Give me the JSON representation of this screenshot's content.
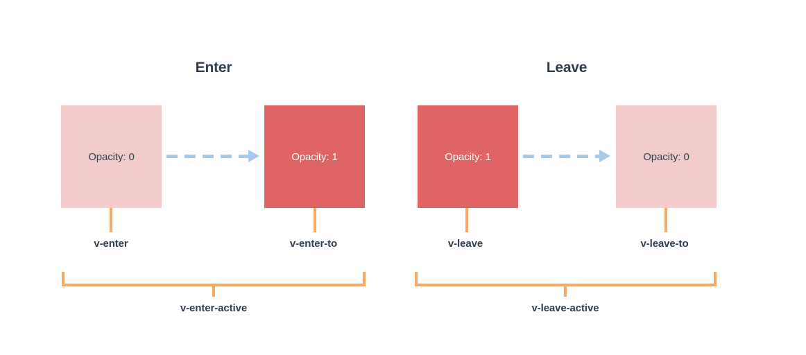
{
  "diagram": {
    "title_enter": "Enter",
    "title_leave": "Leave",
    "groups": [
      {
        "id": "enter",
        "heading": "Enter",
        "from_box": {
          "label": "Opacity: 0",
          "style": "pale",
          "tag": "v-enter"
        },
        "to_box": {
          "label": "Opacity: 1",
          "style": "solid",
          "tag": "v-enter-to"
        },
        "active_label": "v-enter-active",
        "arrow": "dashed-right-arrow"
      },
      {
        "id": "leave",
        "heading": "Leave",
        "from_box": {
          "label": "Opacity: 1",
          "style": "solid",
          "tag": "v-leave"
        },
        "to_box": {
          "label": "Opacity: 0",
          "style": "pale",
          "tag": "v-leave-to"
        },
        "active_label": "v-leave-active",
        "arrow": "dashed-right-arrow"
      }
    ]
  },
  "colors": {
    "background": "#ffffff",
    "box_pale": "#f4cbcb",
    "box_solid": "#e06464",
    "arrow": "#a8c8e8",
    "bracket": "#f5a962",
    "text": "#2e3e50",
    "text_on_solid": "#ffffff"
  }
}
